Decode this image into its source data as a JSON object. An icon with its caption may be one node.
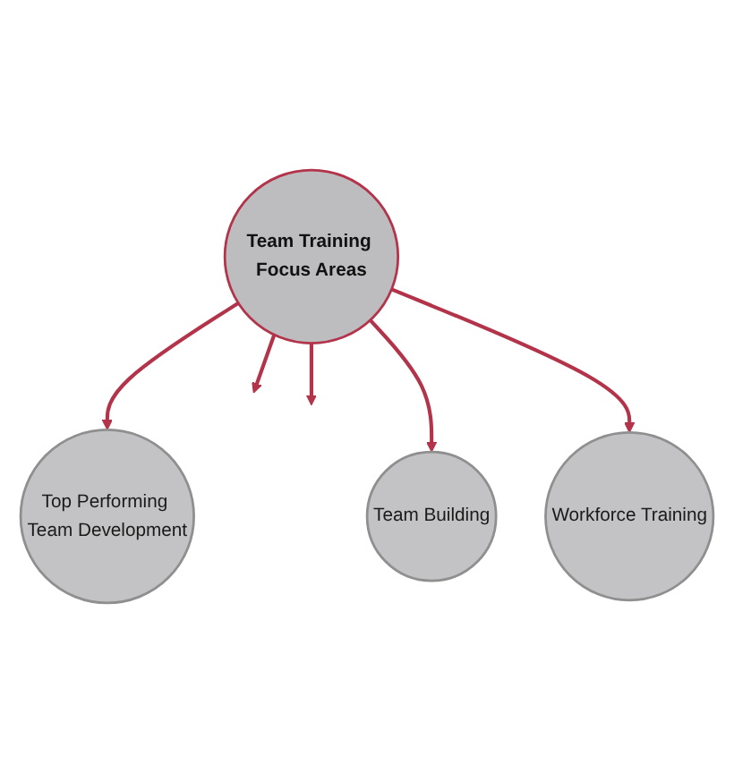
{
  "diagram": {
    "nodes": [
      {
        "text": [
          "Top Performing Team Development"
        ]
      },
      {
        "text": [
          "Team Training Focus Areas"
        ]
      },
      {
        "text": [
          "Team Building"
        ]
      },
      {
        "text": [
          "Workforce Training"
        ]
      }
    ],
    "edges": [
      {
        "from": 1,
        "to": 0,
        "arrow": "to"
      },
      {
        "from": 1,
        "to": null,
        "arrow": "to"
      },
      {
        "from": 1,
        "to": null,
        "arrow": "to"
      },
      {
        "from": 1,
        "to": 2,
        "arrow": "to"
      },
      {
        "from": 1,
        "to": 3,
        "arrow": "to"
      }
    ]
  }
}
